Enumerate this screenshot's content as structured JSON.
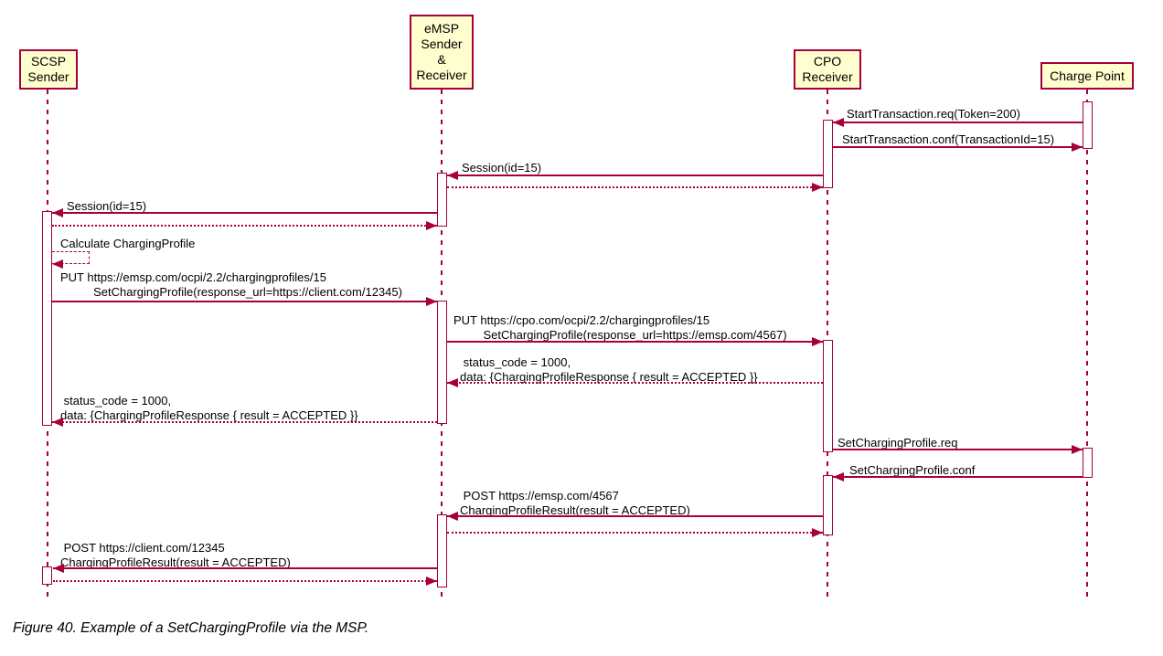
{
  "diagram": {
    "caption": "Figure 40. Example of a SetChargingProfile via the MSP.",
    "colors": {
      "participant_fill": "#FEFECE",
      "line": "#A80036",
      "text": "#000000",
      "background": "#FFFFFF"
    }
  },
  "participants": {
    "scsp": "SCSP\nSender",
    "emsp": "eMSP\nSender\n&\nReceiver",
    "cpo": "CPO\nReceiver",
    "charge_point": "Charge Point"
  },
  "messages": {
    "start_transaction_req": "StartTransaction.req(Token=200)",
    "start_transaction_conf": "StartTransaction.conf(TransactionId=15)",
    "session_cpo_to_emsp": "Session(id=15)",
    "session_emsp_to_scsp": "Session(id=15)",
    "calculate_charging_profile": "Calculate ChargingProfile",
    "put_to_emsp": "PUT https://emsp.com/ocpi/2.2/chargingprofiles/15\n          SetChargingProfile(response_url=https://client.com/12345)",
    "put_to_cpo": "PUT https://cpo.com/ocpi/2.2/chargingprofiles/15\n         SetChargingProfile(response_url=https://emsp.com/4567)",
    "status_to_emsp": " status_code = 1000,\ndata: {ChargingProfileResponse { result = ACCEPTED }}",
    "status_to_scsp": " status_code = 1000,\ndata: {ChargingProfileResponse { result = ACCEPTED }}",
    "set_charging_profile_req": "SetChargingProfile.req",
    "set_charging_profile_conf": "SetChargingProfile.conf",
    "post_to_emsp": " POST https://emsp.com/4567\nChargingProfileResult(result = ACCEPTED)",
    "post_to_client": " POST https://client.com/12345\nChargingProfileResult(result = ACCEPTED)"
  }
}
